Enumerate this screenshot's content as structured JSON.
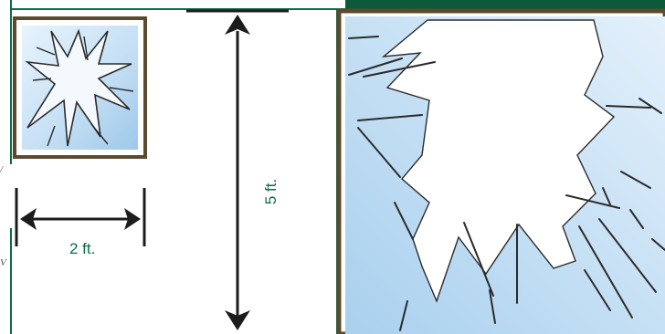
{
  "labels": {
    "width": "2 ft.",
    "height": "5 ft."
  },
  "edge_marks": [
    "/",
    "V"
  ],
  "colors": {
    "frame_border": "#5b4a2d",
    "accent_green": "#0d6b45",
    "glass_light": "#ddeefb",
    "glass_mid": "#b4d6f0",
    "crack_line": "#2b2b2b",
    "arrow": "#1c1c1c"
  },
  "icons": {
    "small_pane": "shattered-small-pane-icon",
    "large_pane": "shattered-large-pane-icon"
  }
}
